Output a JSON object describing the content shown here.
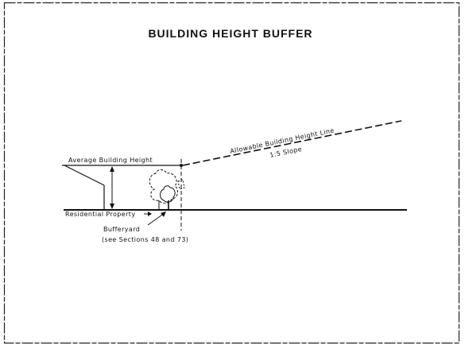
{
  "diagram": {
    "title": "BUILDING HEIGHT BUFFER",
    "labels": {
      "average_building_height": "Average Building Height",
      "allowable_height_line": "Allowable Building Height Line",
      "slope": "1:5 Slope",
      "residential_property": "Residential Property",
      "bufferyard": "Bufferyard",
      "sections_ref": "(see Sections 48 and 73)"
    }
  }
}
